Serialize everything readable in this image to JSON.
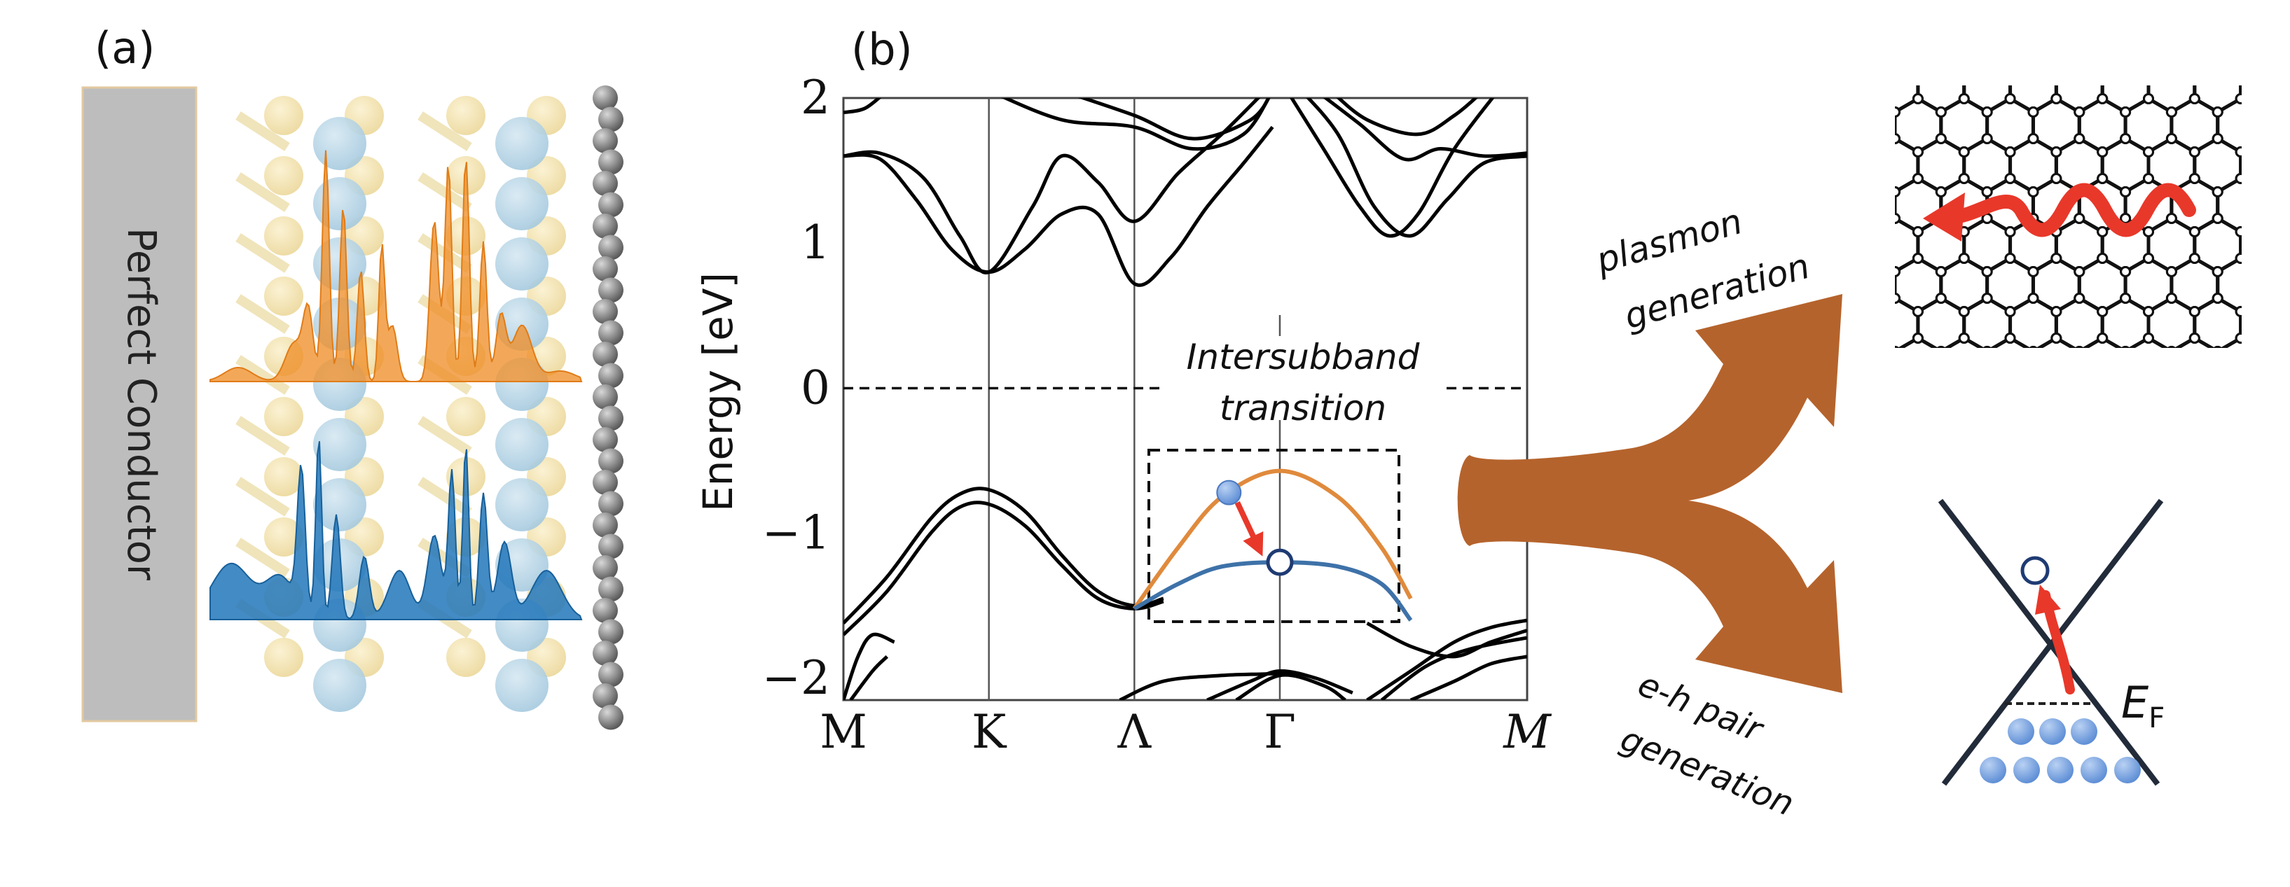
{
  "panels": {
    "a": {
      "label": "(a)",
      "conductor_label": "Perfect Conductor"
    },
    "b": {
      "label": "(b)"
    }
  },
  "chart_data": {
    "type": "line",
    "ylabel": "Energy [eV]",
    "ylim": [
      -2.15,
      2.0
    ],
    "yticks": [
      {
        "value": 2,
        "label": "2"
      },
      {
        "value": 1,
        "label": "1"
      },
      {
        "value": 0,
        "label": "0"
      },
      {
        "value": -1,
        "label": "−1"
      },
      {
        "value": -2,
        "label": "−2"
      }
    ],
    "xticks": [
      {
        "pos": 0.0,
        "label": "M"
      },
      {
        "pos": 1.0,
        "label": "K"
      },
      {
        "pos": 2.0,
        "label": "Λ"
      },
      {
        "pos": 3.0,
        "label": "Γ"
      },
      {
        "pos": 4.7,
        "label": "M"
      }
    ],
    "xlim": [
      0.0,
      4.7
    ],
    "fermi_level": 0,
    "bands": [
      [
        [
          0,
          1.9
        ],
        [
          0.15,
          1.93
        ],
        [
          0.3,
          2.05
        ]
      ],
      [
        [
          0,
          1.6
        ],
        [
          0.25,
          1.58
        ],
        [
          0.5,
          1.3
        ],
        [
          0.75,
          0.95
        ],
        [
          1.0,
          0.8
        ],
        [
          1.25,
          0.96
        ],
        [
          1.5,
          1.2
        ],
        [
          1.75,
          1.2
        ],
        [
          2.0,
          0.72
        ],
        [
          2.25,
          0.9
        ],
        [
          2.5,
          1.25
        ],
        [
          2.75,
          1.55
        ],
        [
          2.95,
          1.8
        ]
      ],
      [
        [
          0,
          1.6
        ],
        [
          0.25,
          1.62
        ],
        [
          0.55,
          1.45
        ],
        [
          0.8,
          1.05
        ],
        [
          1.0,
          0.8
        ],
        [
          1.3,
          1.25
        ],
        [
          1.5,
          1.6
        ],
        [
          1.75,
          1.42
        ],
        [
          2.0,
          1.15
        ],
        [
          2.3,
          1.48
        ],
        [
          2.6,
          1.75
        ],
        [
          2.9,
          2.05
        ]
      ],
      [
        [
          1.0,
          2.05
        ],
        [
          1.5,
          1.85
        ],
        [
          2.0,
          1.8
        ],
        [
          2.4,
          1.65
        ],
        [
          2.75,
          1.75
        ],
        [
          2.95,
          2.05
        ]
      ],
      [
        [
          1.5,
          2.05
        ],
        [
          2.0,
          1.88
        ],
        [
          2.4,
          1.72
        ],
        [
          2.8,
          1.85
        ],
        [
          2.95,
          2.05
        ]
      ],
      [
        [
          3.15,
          2.05
        ],
        [
          3.4,
          1.75
        ],
        [
          3.65,
          1.25
        ],
        [
          3.9,
          1.05
        ],
        [
          4.15,
          1.3
        ],
        [
          4.4,
          1.55
        ],
        [
          4.7,
          1.6
        ]
      ],
      [
        [
          3.25,
          2.05
        ],
        [
          3.55,
          1.82
        ],
        [
          3.85,
          1.58
        ],
        [
          4.1,
          1.65
        ],
        [
          4.4,
          1.6
        ],
        [
          4.7,
          1.62
        ]
      ],
      [
        [
          3.35,
          2.05
        ],
        [
          3.6,
          1.85
        ],
        [
          3.95,
          1.75
        ],
        [
          4.2,
          1.88
        ],
        [
          4.4,
          2.05
        ]
      ],
      [
        [
          3.05,
          2.05
        ],
        [
          3.3,
          1.65
        ],
        [
          3.55,
          1.25
        ],
        [
          3.75,
          1.05
        ],
        [
          3.95,
          1.2
        ],
        [
          4.2,
          1.65
        ],
        [
          4.5,
          2.05
        ]
      ],
      [
        [
          0,
          -1.62
        ],
        [
          0.3,
          -1.3
        ],
        [
          0.6,
          -0.9
        ],
        [
          0.8,
          -0.73
        ],
        [
          1.0,
          -0.7
        ],
        [
          1.25,
          -0.85
        ],
        [
          1.5,
          -1.15
        ],
        [
          1.75,
          -1.4
        ],
        [
          2.0,
          -1.5
        ],
        [
          2.2,
          -1.45
        ]
      ],
      [
        [
          0,
          -1.7
        ],
        [
          0.3,
          -1.4
        ],
        [
          0.6,
          -1.0
        ],
        [
          0.8,
          -0.82
        ],
        [
          1.0,
          -0.8
        ],
        [
          1.25,
          -0.95
        ],
        [
          1.5,
          -1.22
        ],
        [
          1.75,
          -1.45
        ],
        [
          2.0,
          -1.52
        ],
        [
          2.2,
          -1.47
        ]
      ],
      [
        [
          0,
          -2.15
        ],
        [
          0.1,
          -1.85
        ],
        [
          0.2,
          -1.7
        ],
        [
          0.35,
          -1.75
        ]
      ],
      [
        [
          0.05,
          -2.15
        ],
        [
          0.2,
          -1.95
        ],
        [
          0.3,
          -1.85
        ]
      ],
      [
        [
          1.9,
          -2.15
        ],
        [
          2.2,
          -2.02
        ],
        [
          2.6,
          -1.98
        ],
        [
          2.9,
          -1.97
        ],
        [
          3.1,
          -1.96
        ]
      ],
      [
        [
          2.5,
          -2.15
        ],
        [
          2.8,
          -2.02
        ],
        [
          3.0,
          -1.95
        ],
        [
          3.25,
          -2.0
        ],
        [
          3.5,
          -2.1
        ]
      ],
      [
        [
          2.7,
          -2.15
        ],
        [
          3.0,
          -1.98
        ],
        [
          3.3,
          -2.05
        ],
        [
          3.45,
          -2.15
        ]
      ],
      [
        [
          3.6,
          -2.15
        ],
        [
          3.9,
          -1.95
        ],
        [
          4.2,
          -1.75
        ],
        [
          4.45,
          -1.65
        ],
        [
          4.7,
          -1.6
        ]
      ],
      [
        [
          3.6,
          -1.62
        ],
        [
          3.9,
          -1.78
        ],
        [
          4.2,
          -1.85
        ],
        [
          4.45,
          -1.75
        ],
        [
          4.7,
          -1.67
        ]
      ],
      [
        [
          3.7,
          -2.15
        ],
        [
          4.0,
          -1.92
        ],
        [
          4.3,
          -1.8
        ],
        [
          4.7,
          -1.72
        ]
      ],
      [
        [
          3.9,
          -2.15
        ],
        [
          4.2,
          -2.02
        ],
        [
          4.45,
          -1.9
        ],
        [
          4.7,
          -1.85
        ]
      ]
    ],
    "highlight_bands": [
      {
        "color": "#e08a3c",
        "points": [
          [
            2.0,
            -1.52
          ],
          [
            2.3,
            -1.1
          ],
          [
            2.6,
            -0.75
          ],
          [
            3.0,
            -0.57
          ],
          [
            3.4,
            -0.75
          ],
          [
            3.7,
            -1.1
          ],
          [
            3.9,
            -1.45
          ]
        ]
      },
      {
        "color": "#3e72a8",
        "points": [
          [
            2.0,
            -1.52
          ],
          [
            2.3,
            -1.35
          ],
          [
            2.6,
            -1.23
          ],
          [
            3.0,
            -1.2
          ],
          [
            3.4,
            -1.23
          ],
          [
            3.7,
            -1.35
          ],
          [
            3.9,
            -1.6
          ]
        ]
      }
    ],
    "annotation": "Intersubband\ntransition",
    "electron": {
      "x": 2.65,
      "y": -0.72
    },
    "hole": {
      "x": 3.0,
      "y": -1.2
    }
  },
  "outcomes": {
    "plasmon_line1": "plasmon",
    "plasmon_line2": "generation",
    "eh_line1": "e-h pair",
    "eh_line2": "generation",
    "fermi_symbol": "E",
    "fermi_subscript": "F"
  },
  "colors": {
    "orange_density": "#f0902a",
    "blue_density": "#2277bb",
    "arrow_brown": "#b5632c",
    "red_arrow": "#e8382a",
    "conductor_gray": "#bdbdbd",
    "atom_yellow": "#f2e0a6",
    "atom_blue": "#b3d4e6",
    "electron_blue": "#7ea6e0"
  }
}
